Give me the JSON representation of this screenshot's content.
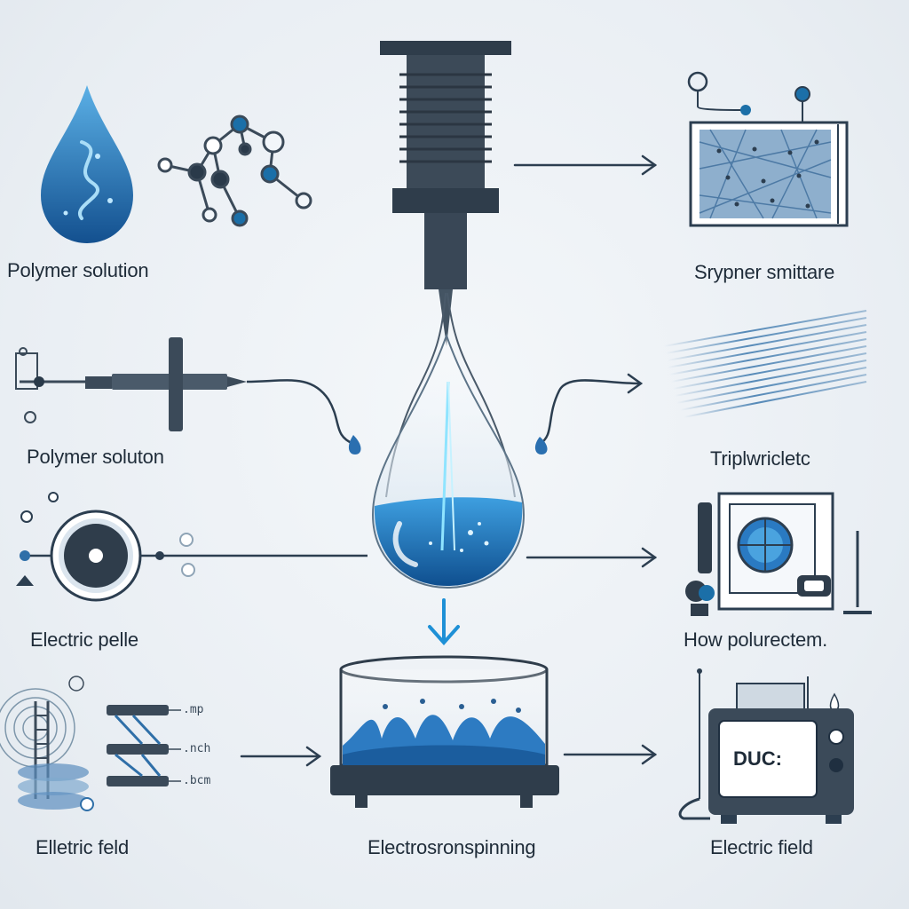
{
  "labels": {
    "left_top": "Polymer solution",
    "left_mid": "Polymer soluton",
    "left_lower": "Electric  pelle",
    "left_bottom": "Elletric feld",
    "center_bottom": "Electrosronspinning",
    "right_top": "Srypner smittare",
    "right_mid": "Triplwricletc",
    "right_lower": "How polurectem.",
    "right_bottom": "Electric field"
  },
  "small_labels": [
    ".mp",
    ".nch",
    ".bcm"
  ],
  "screen_text": "DUC:",
  "colors": {
    "navy": "#2c3e50",
    "blue": "#2f6fa8",
    "light_blue": "#4aa3df",
    "accent": "#1e90d6"
  }
}
